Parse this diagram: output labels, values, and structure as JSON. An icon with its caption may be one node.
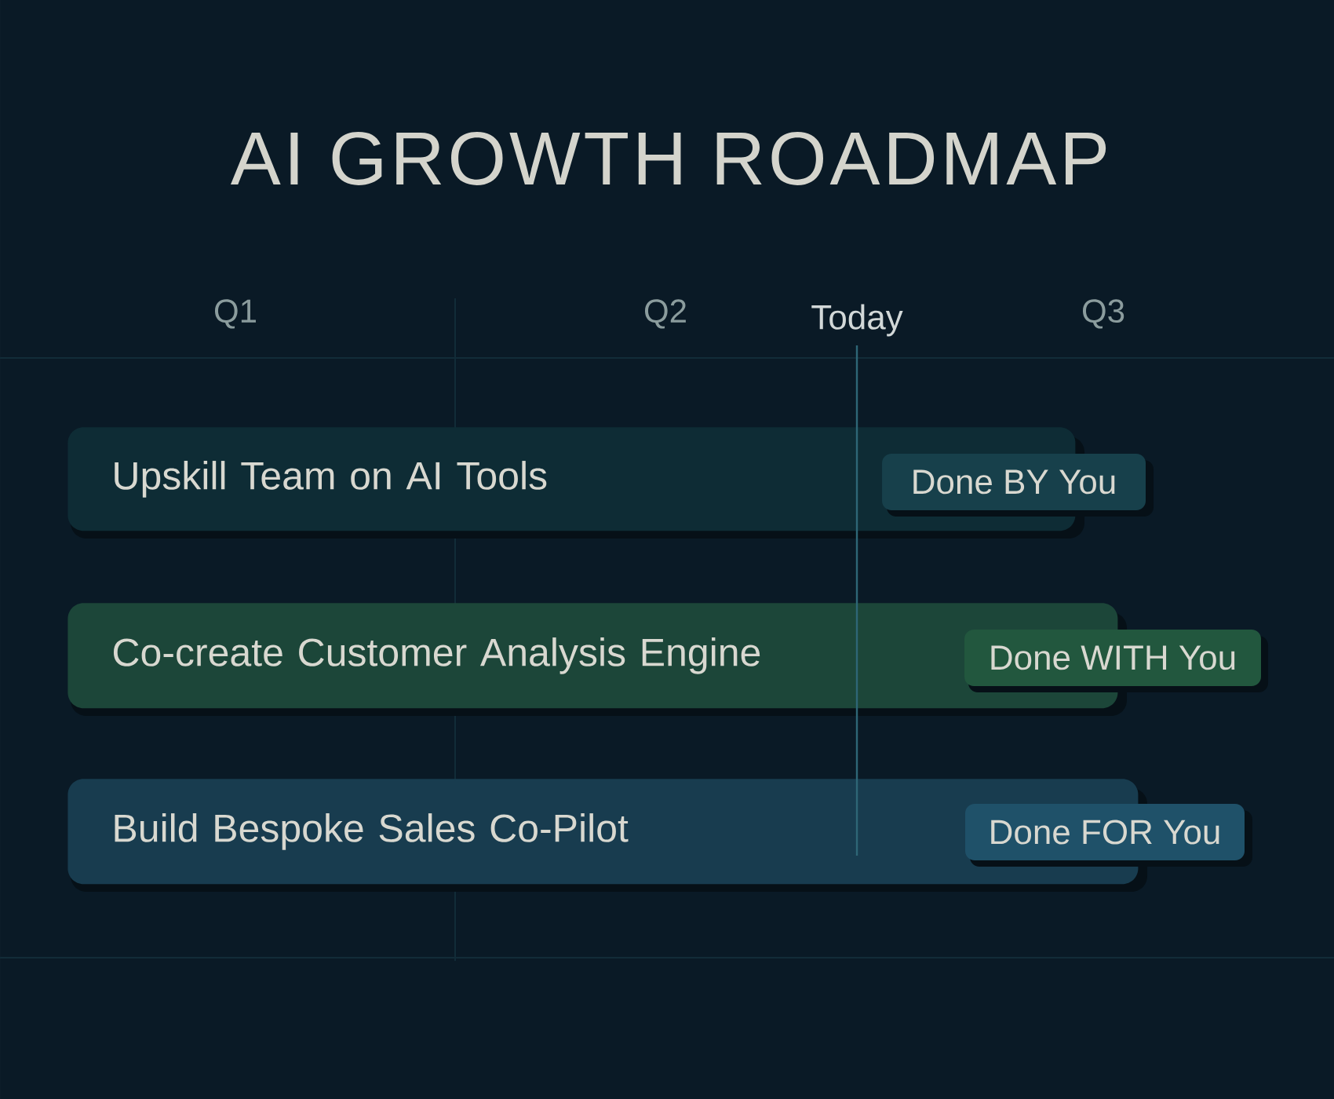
{
  "diagram": {
    "title": "AI GROWTH ROADMAP",
    "nodes": [
      {
        "text": [
          "Upskill Team on AI Tools"
        ]
      },
      {
        "text": [
          "Done BY You"
        ]
      },
      {
        "text": [
          "Co-create Customer Analysis Engine"
        ]
      },
      {
        "text": [
          "Done WITH You"
        ]
      },
      {
        "text": [
          "Build Bespoke Sales Co-Pilot"
        ]
      },
      {
        "text": [
          "Done FOR You"
        ]
      }
    ],
    "labels": [
      "Q1",
      "Q2",
      "Today",
      "Q3"
    ]
  }
}
